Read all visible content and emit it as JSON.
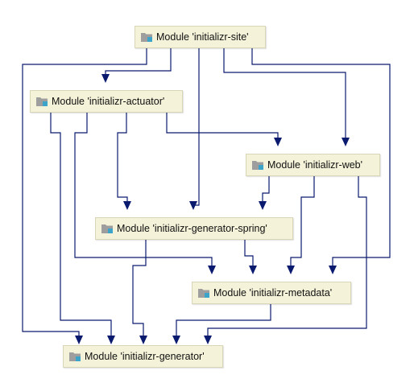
{
  "colors": {
    "edge": "#0a1a6e",
    "node_fill": "#f4f2d8",
    "node_border": "#d9d6b8",
    "folder_icon": "#9e9e9e",
    "module_badge": "#3ca3c9"
  },
  "icon_names": {
    "module": "module-folder-icon"
  },
  "nodes": {
    "site": {
      "label": "Module 'initializr-site'"
    },
    "actuator": {
      "label": "Module 'initializr-actuator'"
    },
    "web": {
      "label": "Module 'initializr-web'"
    },
    "generator_spring": {
      "label": "Module 'initializr-generator-spring'"
    },
    "metadata": {
      "label": "Module 'initializr-metadata'"
    },
    "generator": {
      "label": "Module 'initializr-generator'"
    }
  },
  "edges": [
    {
      "from": "site",
      "to": "generator"
    },
    {
      "from": "site",
      "to": "actuator"
    },
    {
      "from": "site",
      "to": "generator_spring"
    },
    {
      "from": "site",
      "to": "web"
    },
    {
      "from": "site",
      "to": "metadata"
    },
    {
      "from": "actuator",
      "to": "generator"
    },
    {
      "from": "actuator",
      "to": "metadata"
    },
    {
      "from": "actuator",
      "to": "generator_spring"
    },
    {
      "from": "actuator",
      "to": "web"
    },
    {
      "from": "web",
      "to": "generator_spring"
    },
    {
      "from": "web",
      "to": "metadata"
    },
    {
      "from": "web",
      "to": "generator"
    },
    {
      "from": "generator_spring",
      "to": "generator"
    },
    {
      "from": "generator_spring",
      "to": "metadata"
    },
    {
      "from": "metadata",
      "to": "generator"
    }
  ]
}
